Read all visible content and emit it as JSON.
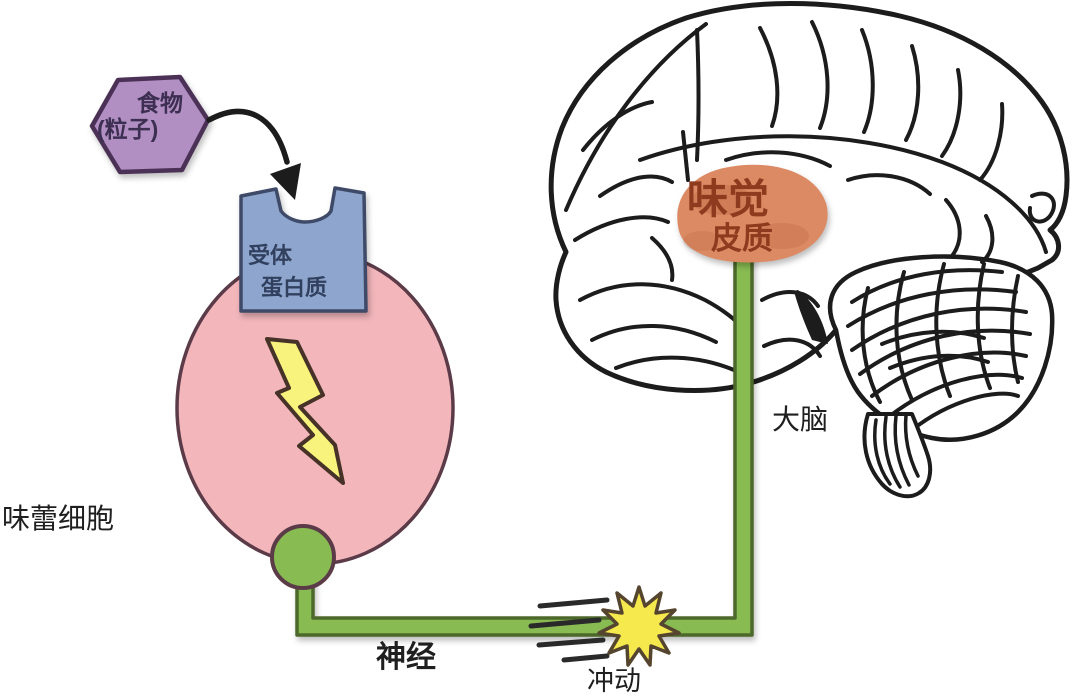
{
  "labels": {
    "food_line1": "食物",
    "food_line2": "(粒子)",
    "receptor_line1": "受体",
    "receptor_line2": "蛋白质",
    "taste_bud_cell": "味蕾细胞",
    "nerve": "神经",
    "impulse": "冲动",
    "brain": "大脑",
    "cortex_line1": "味觉",
    "cortex_line2": "皮质"
  },
  "colors": {
    "food-purple": "#b18fc3",
    "food-purple-border": "#4c3157",
    "receptor-blue": "#8ea6ce",
    "receptor-border": "#3e4a68",
    "cell-pink": "#f2b6bb",
    "cell-border": "#5c3b49",
    "bolt-yellow": "#f8f37c",
    "bolt-border": "#463227",
    "nerve-green": "#88bc52",
    "nerve-border": "#4c682a",
    "impulse-yellow": "#f6e94e",
    "impulse-border": "#55452f",
    "cortex-orange": "#dc8a63",
    "cortex-text": "#8d3a1e",
    "ink": "#1c1c1c"
  }
}
